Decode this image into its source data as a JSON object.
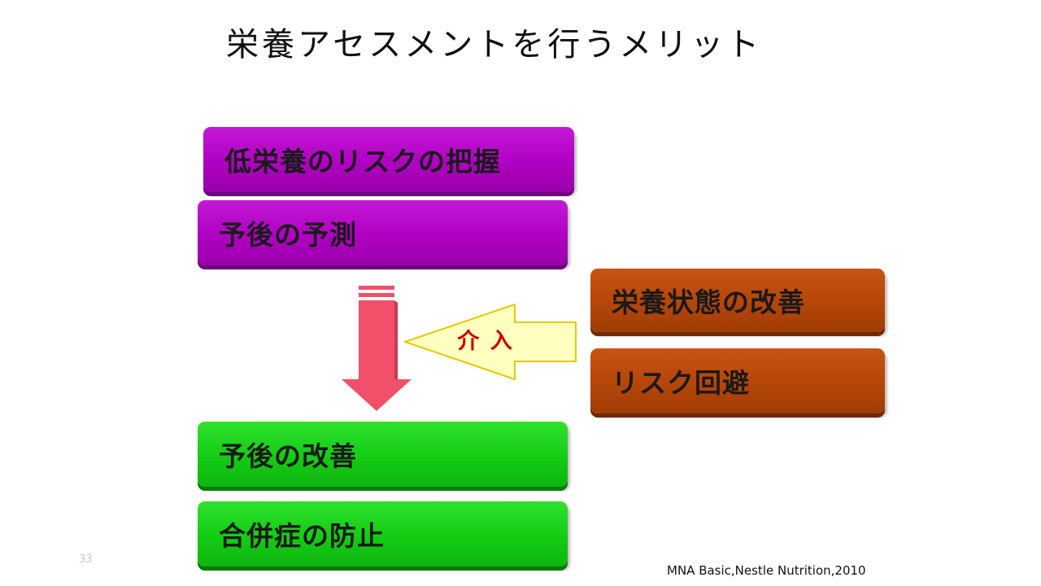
{
  "slide": {
    "title": "栄養アセスメントを行うメリット",
    "slide_number": "33",
    "citation": "MNA Basic,Nestle Nutrition,2010"
  },
  "assessment_boxes": [
    {
      "label": "低栄養のリスクの把握"
    },
    {
      "label": "予後の予測"
    }
  ],
  "intervention_boxes": [
    {
      "label": "栄養状態の改善"
    },
    {
      "label": "リスク回避"
    }
  ],
  "outcome_boxes": [
    {
      "label": "予後の改善"
    },
    {
      "label": "合併症の防止"
    }
  ],
  "intervention_arrow": {
    "label": "介 入"
  },
  "colors": {
    "assessment": "#b000c2",
    "intervention": "#b54608",
    "outcome": "#14cc14",
    "down_arrow": "#f0506a",
    "intervention_arrow_fill": "#ffffc0",
    "intervention_label": "#cc0000"
  }
}
